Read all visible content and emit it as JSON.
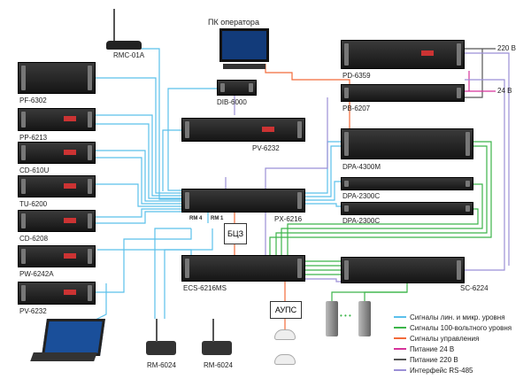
{
  "devices": {
    "rmc": "RMC-01A",
    "pc": "ПК оператора",
    "dib": "DIB-6000",
    "pf": "PF-6302",
    "pp": "PP-6213",
    "cd610": "CD-610U",
    "tu": "TU-6200",
    "cd6208": "CD-6208",
    "pw": "PW-6242A",
    "pv_left": "PV-6232",
    "pv_center": "PV-6232",
    "pd": "PD-6359",
    "pb": "PB-6207",
    "dpa4300": "DPA-4300M",
    "dpa2300a": "DPA-2300C",
    "dpa2300b": "DPA-2300C",
    "px": "PX-6216",
    "ecs": "ECS-6216MS",
    "sc": "SC-6224",
    "rm1": "RM-6024",
    "rm2": "RM-6024"
  },
  "boxes": {
    "bcz": "БЦЗ",
    "aups": "АУПС"
  },
  "ports": {
    "rm4": "RM 4",
    "rm1": "RM 1"
  },
  "power": {
    "v220": "220 В",
    "v24": "24 В"
  },
  "speaker_dots": "• • •",
  "legend": [
    {
      "label": "Сигналы лин. и микр. уровня",
      "color": "#5bc0eb"
    },
    {
      "label": "Сигналы 100-вольтного уровня",
      "color": "#3cb54a"
    },
    {
      "label": "Сигналы управления",
      "color": "#f26b3a"
    },
    {
      "label": "Питание 24 В",
      "color": "#d6339a"
    },
    {
      "label": "Питание 220 В",
      "color": "#555555"
    },
    {
      "label": "Интерфейс RS-485",
      "color": "#9b8fd6"
    }
  ]
}
